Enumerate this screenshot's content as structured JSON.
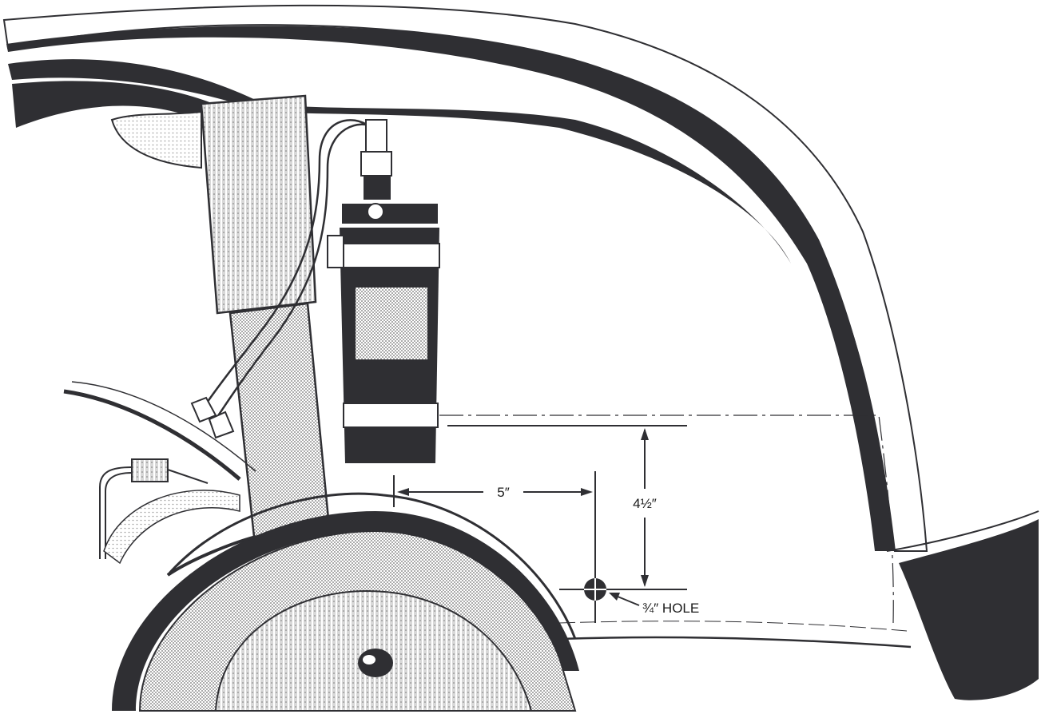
{
  "labels": {
    "horizontal_dimension": "5″",
    "vertical_dimension": "4½″",
    "hole_callout": "¾″ HOLE"
  },
  "colors": {
    "ink": "#2f2f33",
    "paper": "#ffffff",
    "halftone": "#9a9a9a"
  }
}
